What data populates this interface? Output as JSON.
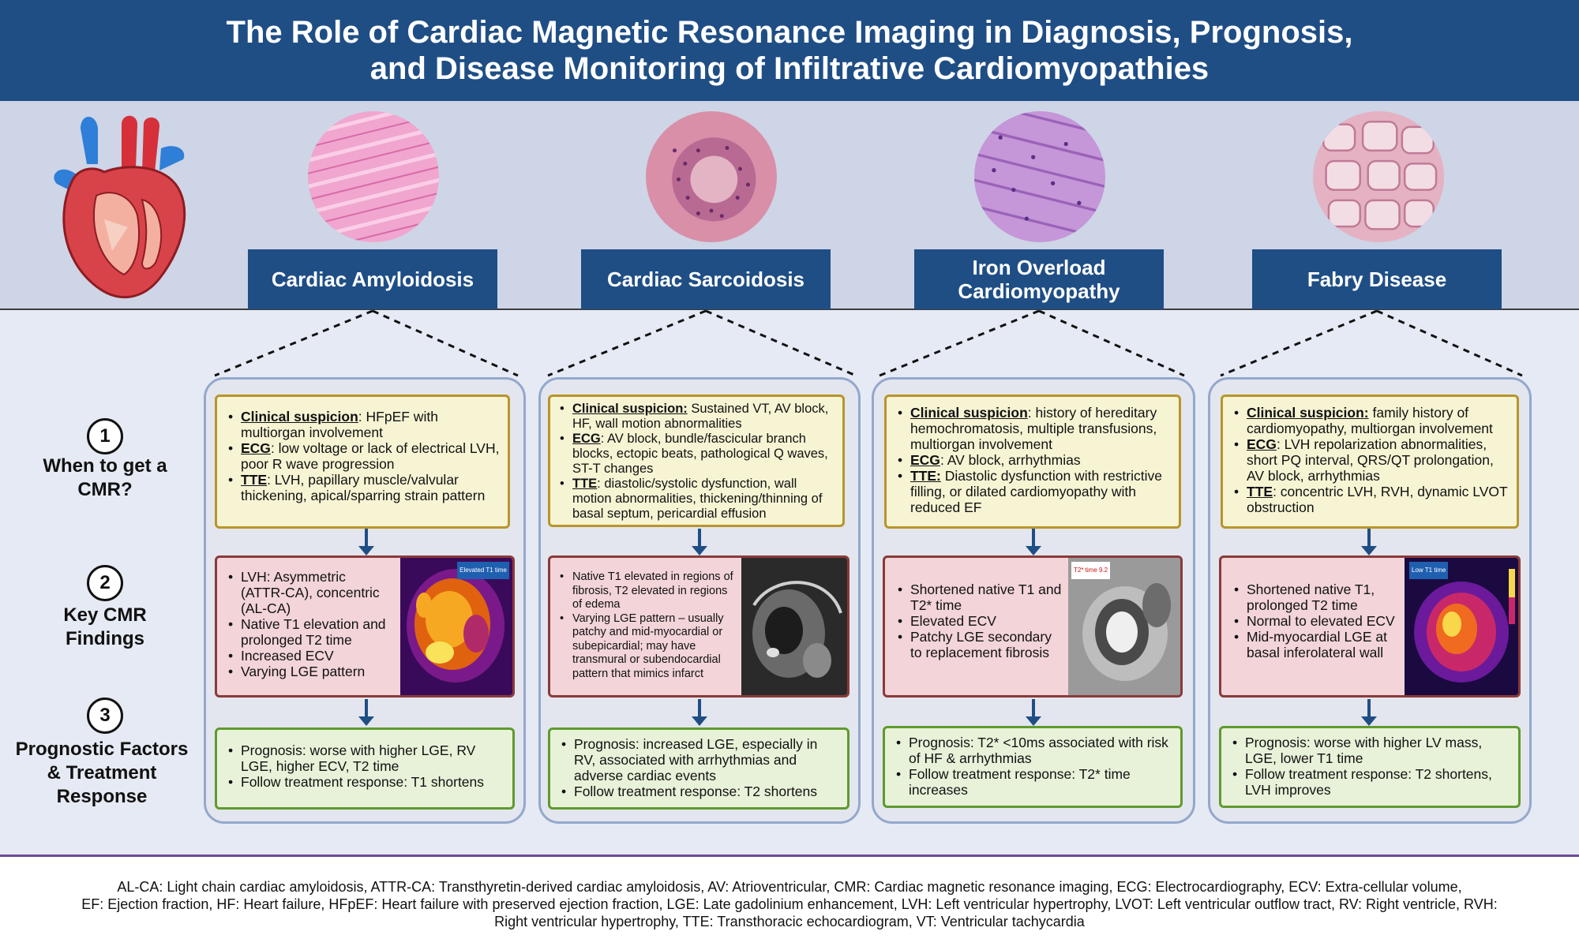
{
  "title": {
    "line1": "The Role of Cardiac Magnetic Resonance Imaging in Diagnosis, Prognosis,",
    "line2": "and Disease Monitoring of Infiltrative Cardiomyopathies"
  },
  "steps": [
    {
      "number": "1",
      "label_lines": [
        "When to get a",
        "CMR?"
      ]
    },
    {
      "number": "2",
      "label_lines": [
        "Key CMR",
        "Findings"
      ]
    },
    {
      "number": "3",
      "label_lines": [
        "Prognostic Factors",
        "& Treatment",
        "Response"
      ]
    }
  ],
  "diseases": {
    "amyloidosis": {
      "name": "Cardiac Amyloidosis",
      "clinical": [
        {
          "label": "Clinical suspicion",
          "text": ": HFpEF with multiorgan involvement"
        },
        {
          "label": "ECG",
          "text": ": low voltage or lack of electrical LVH, poor R wave progression"
        },
        {
          "label": "TTE",
          "text": ": LVH, papillary muscle/valvular thickening, apical/sparring strain pattern"
        }
      ],
      "findings": [
        "LVH: Asymmetric (ATTR-CA), concentric (AL-CA)",
        "Native T1 elevation and prolonged T2 time",
        "Increased ECV",
        "Varying LGE pattern"
      ],
      "image_tag": "Elevated T1 time",
      "prognosis": [
        "Prognosis: worse with higher LGE, RV LGE, higher ECV, T2 time",
        "Follow treatment response: T1 shortens"
      ]
    },
    "sarcoidosis": {
      "name": "Cardiac Sarcoidosis",
      "clinical": [
        {
          "label": "Clinical suspicion:",
          "text": " Sustained VT, AV block, HF, wall motion abnormalities"
        },
        {
          "label": "ECG",
          "text": ": AV block, bundle/fascicular branch blocks, ectopic beats, pathological Q waves, ST-T changes"
        },
        {
          "label": "TTE",
          "text": ": diastolic/systolic dysfunction, wall motion abnormalities, thickening/thinning of basal septum, pericardial effusion"
        }
      ],
      "findings": [
        "Native T1 elevated in regions of fibrosis, T2 elevated in regions of edema",
        "Varying LGE pattern – usually patchy and mid-myocardial or subepicardial; may have transmural or subendocardial pattern that mimics infarct"
      ],
      "prognosis": [
        "Prognosis: increased LGE, especially in RV, associated with arrhythmias and adverse cardiac events",
        "Follow treatment response: T2 shortens"
      ]
    },
    "iron": {
      "name": "Iron Overload Cardiomyopathy",
      "clinical": [
        {
          "label": "Clinical suspicion",
          "text": ": history of hereditary hemochromatosis, multiple transfusions, multiorgan involvement"
        },
        {
          "label": "ECG",
          "text": ": AV block, arrhythmias"
        },
        {
          "label": "TTE:",
          "text": " Diastolic dysfunction with restrictive filling, or dilated cardiomyopathy with reduced EF"
        }
      ],
      "findings": [
        "Shortened native T1 and T2* time",
        "Elevated ECV",
        "Patchy LGE secondary to replacement fibrosis"
      ],
      "image_tag": "T2* time 9.2",
      "prognosis": [
        "Prognosis: T2* <10ms associated with risk of HF & arrhythmias",
        "Follow treatment response: T2* time increases"
      ]
    },
    "fabry": {
      "name": "Fabry Disease",
      "clinical": [
        {
          "label": "Clinical suspicion:",
          "text": " family history of cardiomyopathy, multiorgan involvement"
        },
        {
          "label": "ECG",
          "text": ": LVH repolarization abnormalities, short PQ interval, QRS/QT prolongation, AV block, arrhythmias"
        },
        {
          "label": "TTE",
          "text": ": concentric LVH, RVH, dynamic LVOT obstruction"
        }
      ],
      "findings": [
        "Shortened native T1, prolonged T2 time",
        "Normal to elevated ECV",
        "Mid-myocardial LGE at basal inferolateral wall"
      ],
      "image_tag": "Low T1 time",
      "prognosis": [
        "Prognosis: worse with higher LV mass, LGE, lower T1 time",
        "Follow treatment response: T2 shortens, LVH improves"
      ]
    }
  },
  "footer": {
    "line1": "AL-CA:  Light chain cardiac amyloidosis, ATTR-CA: Transthyretin-derived cardiac amyloidosis, AV: Atrioventricular, CMR: Cardiac magnetic resonance imaging, ECG: Electrocardiography, ECV: Extra-cellular volume,",
    "line2": "EF: Ejection fraction, HF: Heart failure,  HFpEF: Heart failure with preserved ejection fraction, LGE: Late gadolinium enhancement, LVH: Left ventricular hypertrophy, LVOT: Left ventricular outflow tract, RV: Right ventricle, RVH:",
    "line3": "Right ventricular hypertrophy, TTE: Transthoracic echocardiogram, VT: Ventricular tachycardia"
  },
  "colors": {
    "header": "#1f4e85",
    "band": "#cdd5e6",
    "clinical_fill": "#f7f4d4",
    "clinical_border": "#b8952a",
    "findings_fill": "#f2d4d9",
    "findings_border": "#8a3a3a",
    "prognosis_fill": "#e8f2d9",
    "prognosis_border": "#5f9a2e"
  }
}
